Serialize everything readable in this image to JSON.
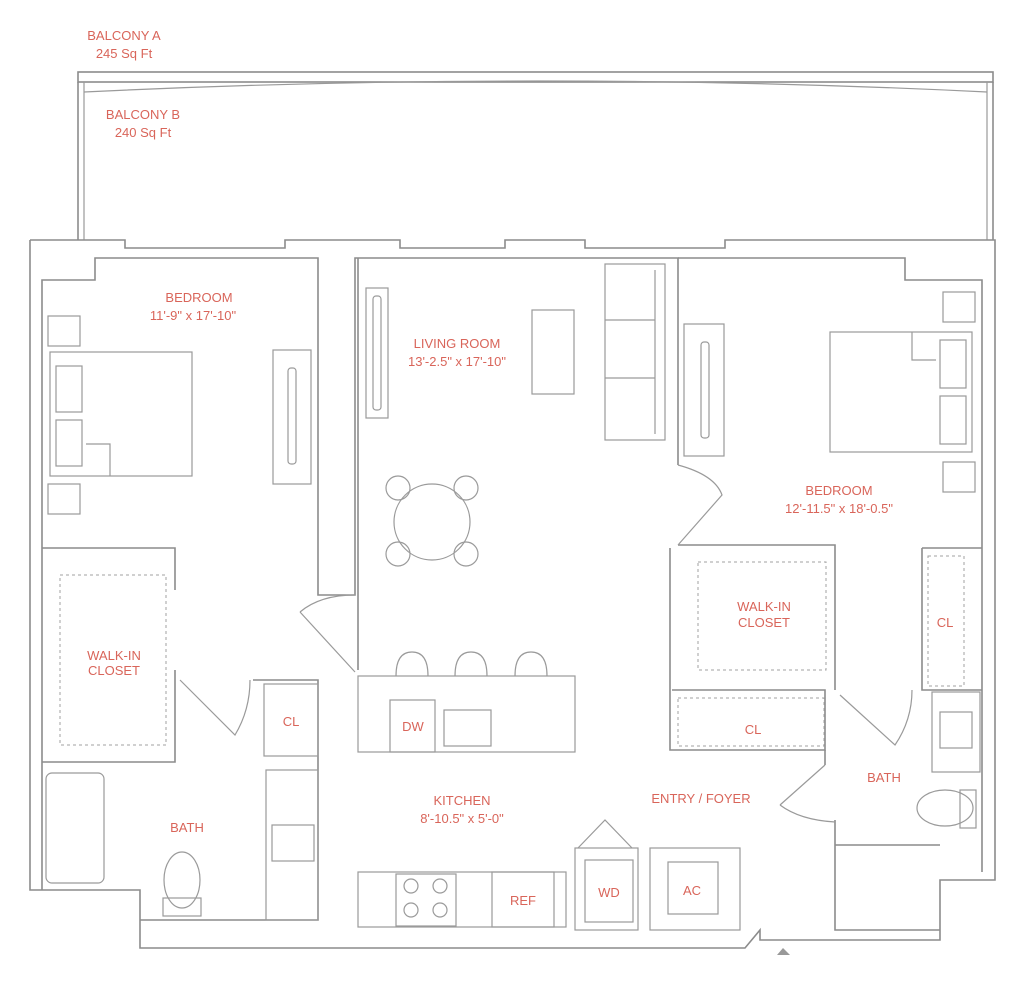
{
  "colors": {
    "label": "#d9655a",
    "wall": "#8c8c8c"
  },
  "rooms": {
    "balcony_a": {
      "name": "BALCONY A",
      "area": "245 Sq Ft"
    },
    "balcony_b": {
      "name": "BALCONY B",
      "area": "240 Sq Ft"
    },
    "bedroom_left": {
      "name": "BEDROOM",
      "dims": "11'-9\" x 17'-10\""
    },
    "living": {
      "name": "LIVING ROOM",
      "dims": "13'-2.5\" x 17'-10\""
    },
    "bedroom_right": {
      "name": "BEDROOM",
      "dims": "12'-11.5\" x 18'-0.5\""
    },
    "walkin_left": {
      "line1": "WALK-IN",
      "line2": "CLOSET"
    },
    "walkin_right": {
      "line1": "WALK-IN",
      "line2": "CLOSET"
    },
    "cl_left": "CL",
    "cl_right_top": "CL",
    "cl_right_bottom": "CL",
    "bath_left": "BATH",
    "bath_right": "BATH",
    "kitchen": {
      "name": "KITCHEN",
      "dims": "8'-10.5\" x 5'-0\""
    },
    "entry": "ENTRY / FOYER",
    "dw": "DW",
    "ref": "REF",
    "wd": "WD",
    "ac": "AC"
  }
}
